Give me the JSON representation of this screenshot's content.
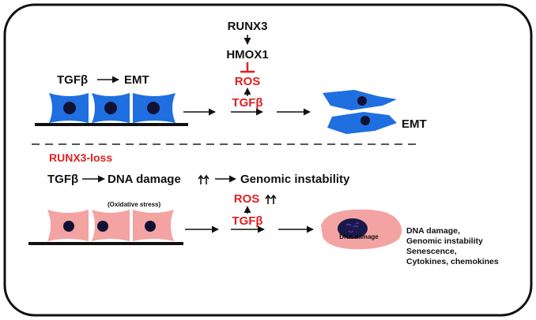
{
  "top": {
    "runx3": "RUNX3",
    "hmox1": "HMOX1",
    "ros": "ROS",
    "tgfb": "TGFβ",
    "left_tgfb": "TGFβ",
    "left_emt": "EMT",
    "right_emt": "EMT"
  },
  "bottom": {
    "section_label": "RUNX3-loss",
    "tgfb": "TGFβ",
    "dna_damage": "DNA damage",
    "genomic_instability": "Genomic instability",
    "oxidative_stress": "(Oxidative stress)",
    "ros": "ROS",
    "tgfb_center": "TGFβ",
    "cell_label": "DNA damage",
    "outcomes": [
      "DNA damage,",
      "Genomic instability",
      "Senescence,",
      "Cytokines, chemokines"
    ]
  },
  "colors": {
    "blue_cell": "#1f6fe0",
    "pink_cell": "#f4a3a3",
    "nucleus": "#111133",
    "red_text": "#e02020",
    "dark": "#111111"
  }
}
